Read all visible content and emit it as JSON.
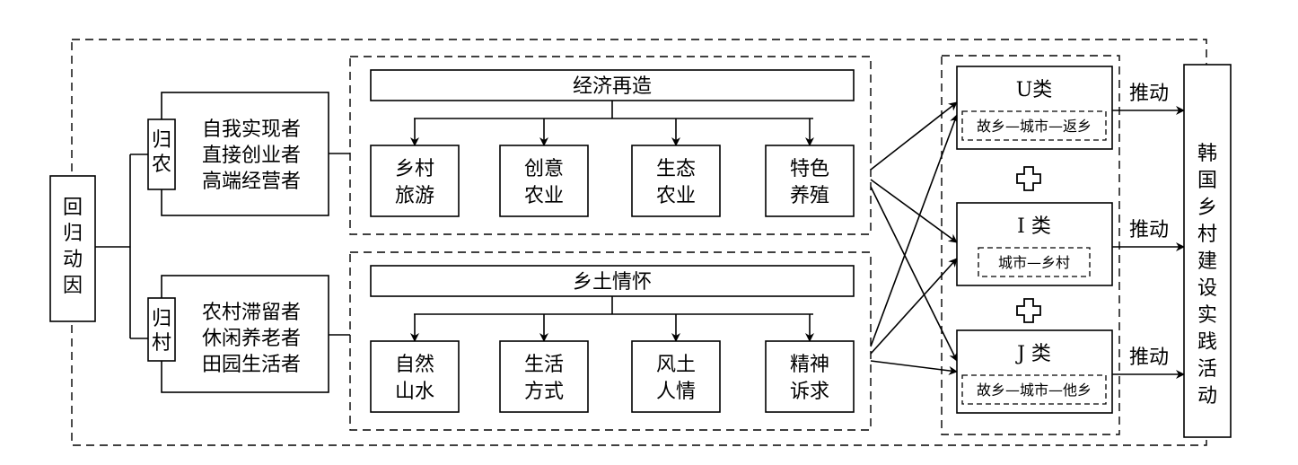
{
  "return_motivation": {
    "label": "回归动因"
  },
  "branch_farming": {
    "tag": "归农",
    "roles": [
      "自我实现者",
      "直接创业者",
      "高端经营者"
    ]
  },
  "branch_village": {
    "tag": "归村",
    "roles": [
      "农村滞留者",
      "休闲养老者",
      "田园生活者"
    ]
  },
  "economic": {
    "title": "经济再造",
    "items": [
      {
        "line1": "乡村",
        "line2": "旅游"
      },
      {
        "line1": "创意",
        "line2": "农业"
      },
      {
        "line1": "生态",
        "line2": "农业"
      },
      {
        "line1": "特色",
        "line2": "养殖"
      }
    ]
  },
  "nostalgia": {
    "title": "乡土情怀",
    "items": [
      {
        "line1": "自然",
        "line2": "山水"
      },
      {
        "line1": "生活",
        "line2": "方式"
      },
      {
        "line1": "风土",
        "line2": "人情"
      },
      {
        "line1": "精神",
        "line2": "诉求"
      }
    ]
  },
  "types": [
    {
      "name": "U类",
      "path": "故乡—城市—返乡"
    },
    {
      "name": "I 类",
      "path": "城市—乡村"
    },
    {
      "name": "J 类",
      "path": "故乡—城市—他乡"
    }
  ],
  "push_label": "推动",
  "target": {
    "label": "韩国乡村建设实践活动"
  },
  "plus_icon": "plus-icon"
}
